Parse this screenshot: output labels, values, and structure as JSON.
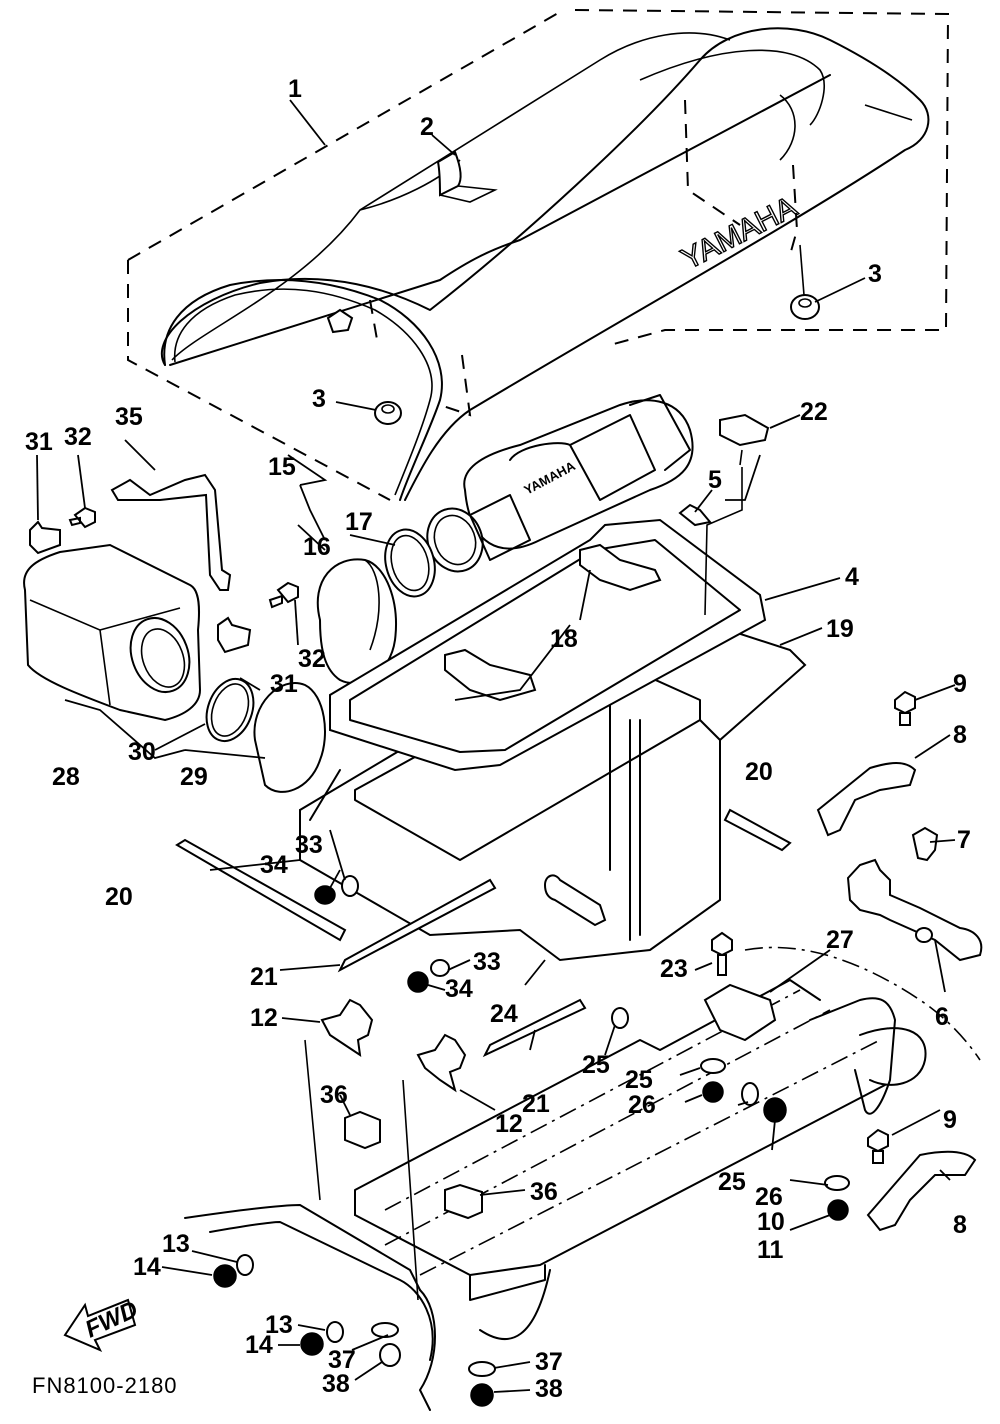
{
  "diagram": {
    "title_code": "FN8100-2180",
    "direction_marker": "FWD",
    "seat_brand_text": "YAMAHA",
    "intake_brand_text": "YAMAHA",
    "callouts": [
      {
        "id": "c1",
        "text": "1",
        "part": "seat"
      },
      {
        "id": "c2",
        "text": "2",
        "part": "seat-strap"
      },
      {
        "id": "c3a",
        "text": "3",
        "part": "damper-right"
      },
      {
        "id": "c3b",
        "text": "3",
        "part": "damper-left"
      },
      {
        "id": "c4",
        "text": "4",
        "part": "gasket"
      },
      {
        "id": "c5",
        "text": "5",
        "part": "clip"
      },
      {
        "id": "c6",
        "text": "6",
        "part": "seat-lock"
      },
      {
        "id": "c7",
        "text": "7",
        "part": "bolt"
      },
      {
        "id": "c8a",
        "text": "8",
        "part": "hook-upper"
      },
      {
        "id": "c8b",
        "text": "8",
        "part": "hook-lower"
      },
      {
        "id": "c9a",
        "text": "9",
        "part": "bolt-upper"
      },
      {
        "id": "c9b",
        "text": "9",
        "part": "bolt-lower"
      },
      {
        "id": "c10",
        "text": "10",
        "part": "washer"
      },
      {
        "id": "c11",
        "text": "11",
        "part": "nut"
      },
      {
        "id": "c12a",
        "text": "12",
        "part": "hinge-left"
      },
      {
        "id": "c12b",
        "text": "12",
        "part": "hinge-right"
      },
      {
        "id": "c13a",
        "text": "13",
        "part": "washer-upper"
      },
      {
        "id": "c13b",
        "text": "13",
        "part": "washer-lower"
      },
      {
        "id": "c14a",
        "text": "14",
        "part": "nut-upper"
      },
      {
        "id": "c14b",
        "text": "14",
        "part": "nut-lower"
      },
      {
        "id": "c15",
        "text": "15",
        "part": "intake-duct-assy"
      },
      {
        "id": "c16",
        "text": "16",
        "part": "cap"
      },
      {
        "id": "c17",
        "text": "17",
        "part": "o-ring"
      },
      {
        "id": "c18",
        "text": "18",
        "part": "holder"
      },
      {
        "id": "c19",
        "text": "19",
        "part": "storage-box"
      },
      {
        "id": "c20a",
        "text": "20",
        "part": "damper-strip-right"
      },
      {
        "id": "c20b",
        "text": "20",
        "part": "damper-strip-left"
      },
      {
        "id": "c21a",
        "text": "21",
        "part": "strip-left"
      },
      {
        "id": "c21b",
        "text": "21",
        "part": "strip-right"
      },
      {
        "id": "c22",
        "text": "22",
        "part": "clamp"
      },
      {
        "id": "c23",
        "text": "23",
        "part": "screw"
      },
      {
        "id": "c24",
        "text": "24",
        "part": "stud-bolt"
      },
      {
        "id": "c25a",
        "text": "25",
        "part": "washer-a"
      },
      {
        "id": "c25b",
        "text": "25",
        "part": "washer-b"
      },
      {
        "id": "c25c",
        "text": "25",
        "part": "washer-c"
      },
      {
        "id": "c26a",
        "text": "26",
        "part": "nut-a"
      },
      {
        "id": "c26b",
        "text": "26",
        "part": "nut-b"
      },
      {
        "id": "c27",
        "text": "27",
        "part": "plate"
      },
      {
        "id": "c28",
        "text": "28",
        "part": "fuel-tank-assy"
      },
      {
        "id": "c29",
        "text": "29",
        "part": "cap-tank"
      },
      {
        "id": "c30",
        "text": "30",
        "part": "gasket-tank"
      },
      {
        "id": "c31a",
        "text": "31",
        "part": "nut-plate-upper"
      },
      {
        "id": "c31b",
        "text": "31",
        "part": "nut-plate-lower"
      },
      {
        "id": "c32a",
        "text": "32",
        "part": "screw-upper"
      },
      {
        "id": "c32b",
        "text": "32",
        "part": "screw-lower"
      },
      {
        "id": "c33a",
        "text": "33",
        "part": "washer-upper"
      },
      {
        "id": "c33b",
        "text": "33",
        "part": "washer-lower"
      },
      {
        "id": "c34a",
        "text": "34",
        "part": "nut-upper"
      },
      {
        "id": "c34b",
        "text": "34",
        "part": "nut-lower"
      },
      {
        "id": "c35",
        "text": "35",
        "part": "band"
      },
      {
        "id": "c36a",
        "text": "36",
        "part": "clip-left"
      },
      {
        "id": "c36b",
        "text": "36",
        "part": "clip-right"
      },
      {
        "id": "c37a",
        "text": "37",
        "part": "washer-left"
      },
      {
        "id": "c37b",
        "text": "37",
        "part": "washer-right"
      },
      {
        "id": "c38a",
        "text": "38",
        "part": "nut-left"
      },
      {
        "id": "c38b",
        "text": "38",
        "part": "nut-right"
      }
    ]
  }
}
